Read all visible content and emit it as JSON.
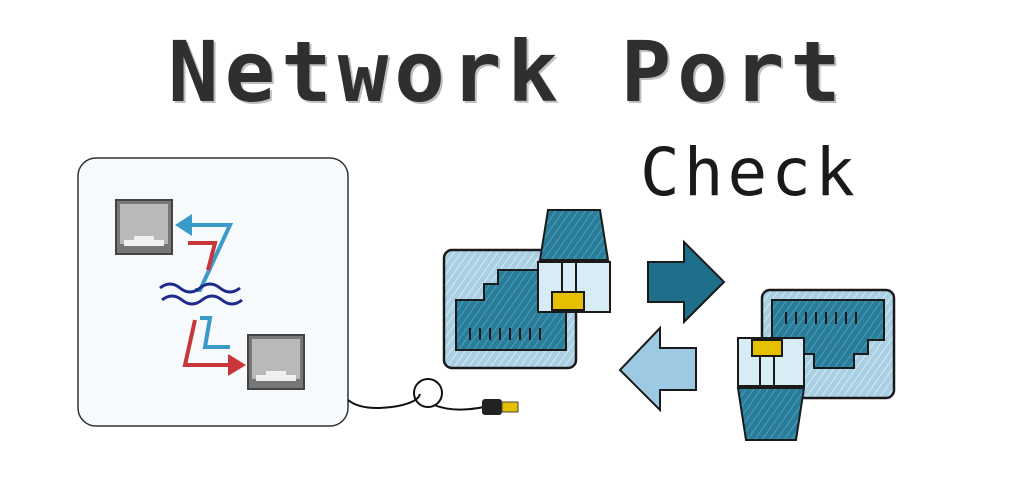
{
  "title": "Network Port",
  "subtitle": "Check",
  "colors": {
    "dark_blue": "#1f6f8b",
    "light_blue": "#9ec9e2",
    "red": "#c8353a",
    "wave": "#1e2a8a",
    "gray": "#6a6a6a"
  },
  "icons": [
    "port-diagram-panel",
    "ethernet-port-icon",
    "ethernet-plug-icon",
    "arrow-right-icon",
    "arrow-left-icon",
    "cable-icon"
  ]
}
